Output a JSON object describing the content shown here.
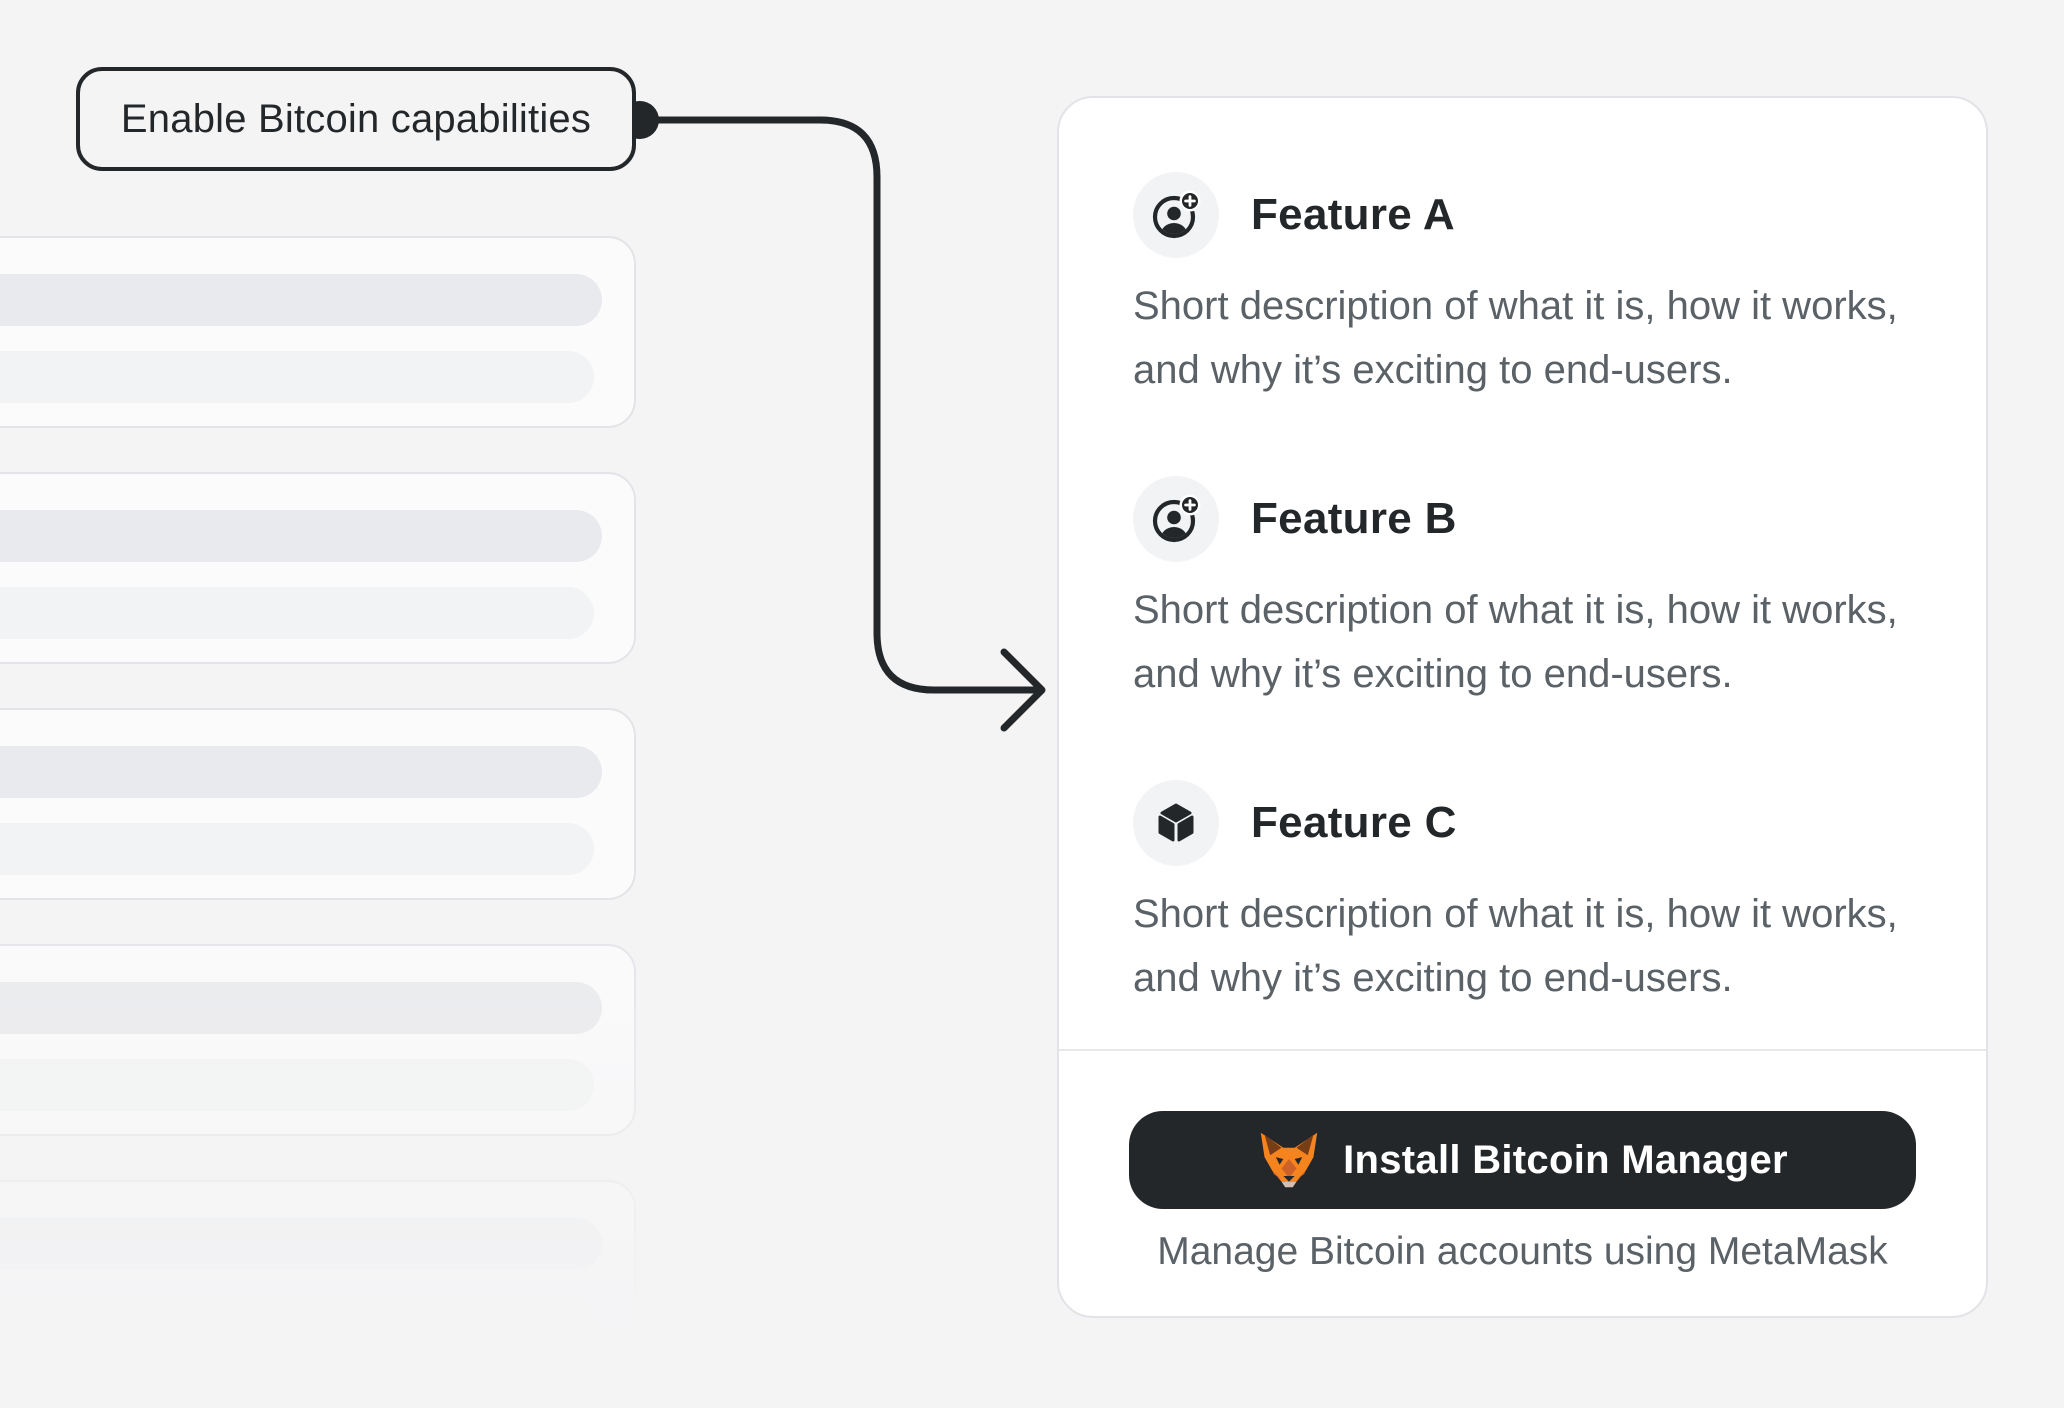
{
  "callout": {
    "label": "Enable Bitcoin capabilities"
  },
  "connector": {
    "style": "elbow-arrow",
    "color": "#24272a"
  },
  "panel": {
    "features": [
      {
        "icon": "account-plus-icon",
        "title": "Feature A",
        "description": "Short description of what it is, how it works, and why it’s exciting to end-users."
      },
      {
        "icon": "account-plus-icon",
        "title": "Feature B",
        "description": "Short description of what it is, how it works, and why it’s exciting to end-users."
      },
      {
        "icon": "cube-icon",
        "title": "Feature C",
        "description": "Short description of what it is, how it works, and why it’s exciting to end-users."
      }
    ],
    "footer": {
      "install_icon": "metamask-fox-icon",
      "install_button": "Install Bitcoin Manager",
      "caption": "Manage Bitcoin accounts using MetaMask"
    }
  },
  "skeleton": {
    "card_count": 5,
    "rows_per_card": 2
  },
  "colors": {
    "background": "#f4f4f5",
    "accent_dark": "#24272a",
    "text_secondary": "#5a6167",
    "card_border": "#e2e3e7",
    "metamask_orange": "#f5841f"
  }
}
